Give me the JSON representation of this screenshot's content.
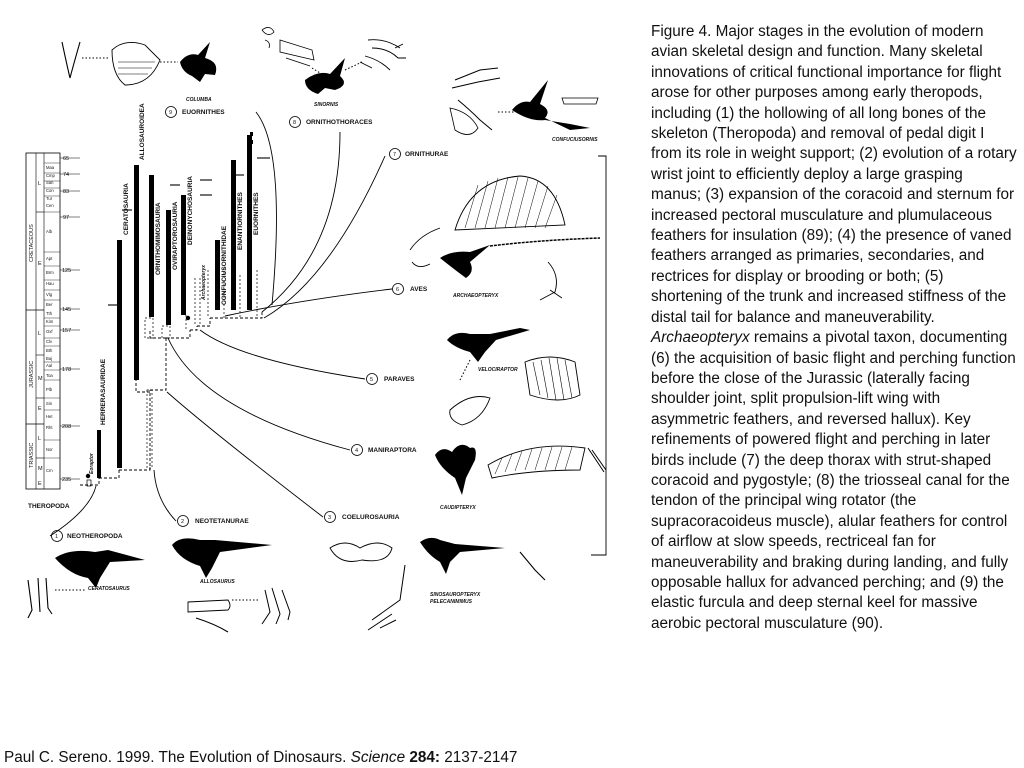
{
  "caption": {
    "before_italic": "Figure 4. Major stages in the evolution of modern avian skeletal design and function. Many skeletal innovations of critical functional importance for flight arose for other purposes among early theropods, including (1) the hollowing of all long bones of the skeleton (Theropoda) and removal of pedal digit I from its role in weight support; (2) evolution of a rotary wrist joint to efficiently deploy a large grasping manus; (3) expansion of the coracoid and sternum for increased pectoral musculature and plumulaceous feathers for insulation (89); (4) the presence of vaned feathers arranged as primaries, secondaries, and rectrices for display or brooding or both; (5) shortening of the trunk and increased stiffness of the distal tail for balance and maneuverability. ",
    "italic": "Archaeopteryx",
    "after_italic": " remains a pivotal taxon, documenting (6) the acquisition of basic flight and perching function before the close of the Jurassic (laterally facing shoulder joint, split propulsion-lift wing with asymmetric feathers, and reversed hallux). Key refinements of powered flight and perching in later birds include (7) the deep thorax with strut-shaped coracoid and pygostyle; (8) the triosseal canal for the tendon of the principal wing rotator (the supracoracoideus muscle), alular feathers for control of airflow at slow speeds, rectriceal fan for maneuverability and braking during landing, and fully opposable hallux for advanced perching; and (9) the elastic furcula and deep sternal keel for massive aerobic pectoral musculature (90)."
  },
  "citation": {
    "text": "Paul C. Sereno. 1999. The Evolution of Dinosaurs. ",
    "journal": "Science",
    "volume": "284:",
    "pages": " 2137-2147"
  },
  "diagram": {
    "periods": [
      "CRETACEOUS",
      "JURASSIC",
      "TRIASSIC"
    ],
    "epochs": [
      "L",
      "E",
      "L",
      "M",
      "E",
      "L",
      "M",
      "E"
    ],
    "stages": [
      "Maa",
      "Cmp",
      "San",
      "Con",
      "Tur",
      "Cen",
      "Alb",
      "Apt",
      "Brm",
      "Hau",
      "Vlg",
      "Ber",
      "Tth",
      "Kim",
      "Oxf",
      "Clv",
      "Bth",
      "Baj",
      "Aal",
      "Toa",
      "Plb",
      "Sin",
      "Het",
      "Rht",
      "Nor",
      "Crn"
    ],
    "ages": [
      "65",
      "74",
      "83",
      "97",
      "125",
      "145",
      "157",
      "178",
      "208",
      "235"
    ],
    "clades": [
      "HERRERASAURIDAE",
      "CERATOSAURIA",
      "ALLOSAUROIDEA",
      "ORNITHOMIMOSAURIA",
      "OVIRAPTOROSAURIA",
      "DEINONYCHOSAURIA",
      "CONFUCIUSORNITHIDAE",
      "ENANTIORNITHES",
      "EUORNITHES"
    ],
    "genera": [
      "Eoraptor",
      "Archaeopteryx"
    ],
    "root_label": "THEROPODA",
    "nodes": [
      {
        "num": "1",
        "label": "NEOTHEROPODA"
      },
      {
        "num": "2",
        "label": "NEOTETANURAE"
      },
      {
        "num": "3",
        "label": "COELUROSAURIA"
      },
      {
        "num": "4",
        "label": "MANIRAPTORA"
      },
      {
        "num": "5",
        "label": "PARAVES"
      },
      {
        "num": "6",
        "label": "AVES"
      },
      {
        "num": "7",
        "label": "ORNITHURAE"
      },
      {
        "num": "8",
        "label": "ORNITHOTHORACES"
      },
      {
        "num": "9",
        "label": "EUORNITHES"
      }
    ],
    "taxa": {
      "columba": "COLUMBA",
      "sinornis": "SINORNIS",
      "confuciusornis": "CONFUCIUSORNIS",
      "archaeopteryx": "ARCHAEOPTERYX",
      "velociraptor": "VELOCIRAPTOR",
      "caudipteryx": "CAUDIPTERYX",
      "ceratosaurus": "CERATOSAURUS",
      "allosaurus": "ALLOSAURUS",
      "sinosauropteryx": "SINOSAUROPTERYX",
      "pelecanimimus": "PELECANIMIMUS"
    }
  }
}
